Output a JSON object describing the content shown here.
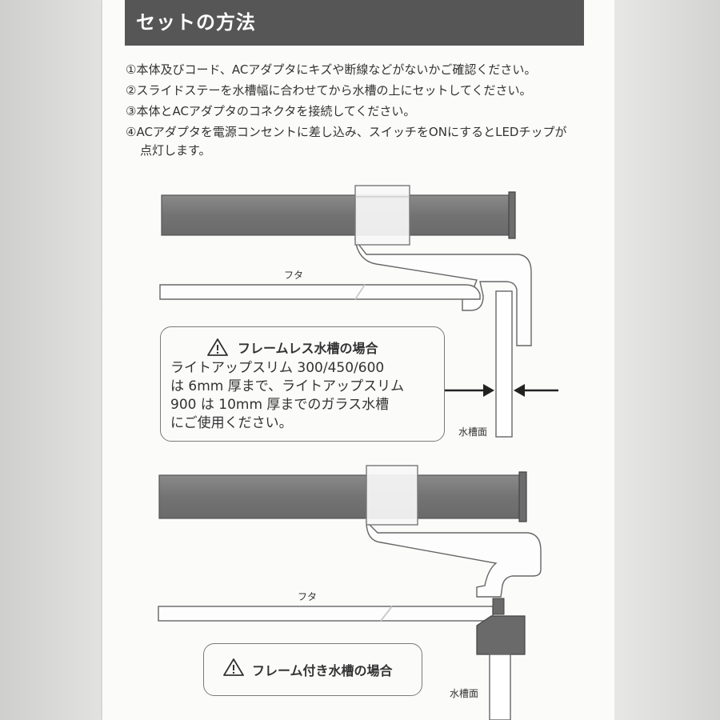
{
  "header": {
    "title": "セットの方法"
  },
  "steps": [
    "①本体及びコード、ACアダプタにキズや断線などがないかご確認ください。",
    "②スライドステーを水槽幅に合わせてから水槽の上にセットしてください。",
    "③本体とACアダプタのコネクタを接続してください。",
    "④ACアダプタを電源コンセントに差し込み、スイッチをONにするとLEDチップが",
    "点灯します。"
  ],
  "diagram1": {
    "lid_label": "フタ",
    "glass_label": "水槽面",
    "note_title": "フレームレス水槽の場合",
    "note_lines": [
      "ライトアップスリム 300/450/600",
      "は 6mm 厚まで、ライトアップスリム",
      "900 は 10mm 厚までのガラス水槽",
      "にご使用ください。"
    ]
  },
  "diagram2": {
    "lid_label": "フタ",
    "glass_label": "水槽面",
    "note_title": "フレーム付き水槽の場合"
  },
  "colors": {
    "header_bg": "#565656",
    "bar_fill": "#757575",
    "outline": "#666666"
  },
  "icons": [
    "warning-icon",
    "arrow-right-icon",
    "arrow-left-icon"
  ]
}
